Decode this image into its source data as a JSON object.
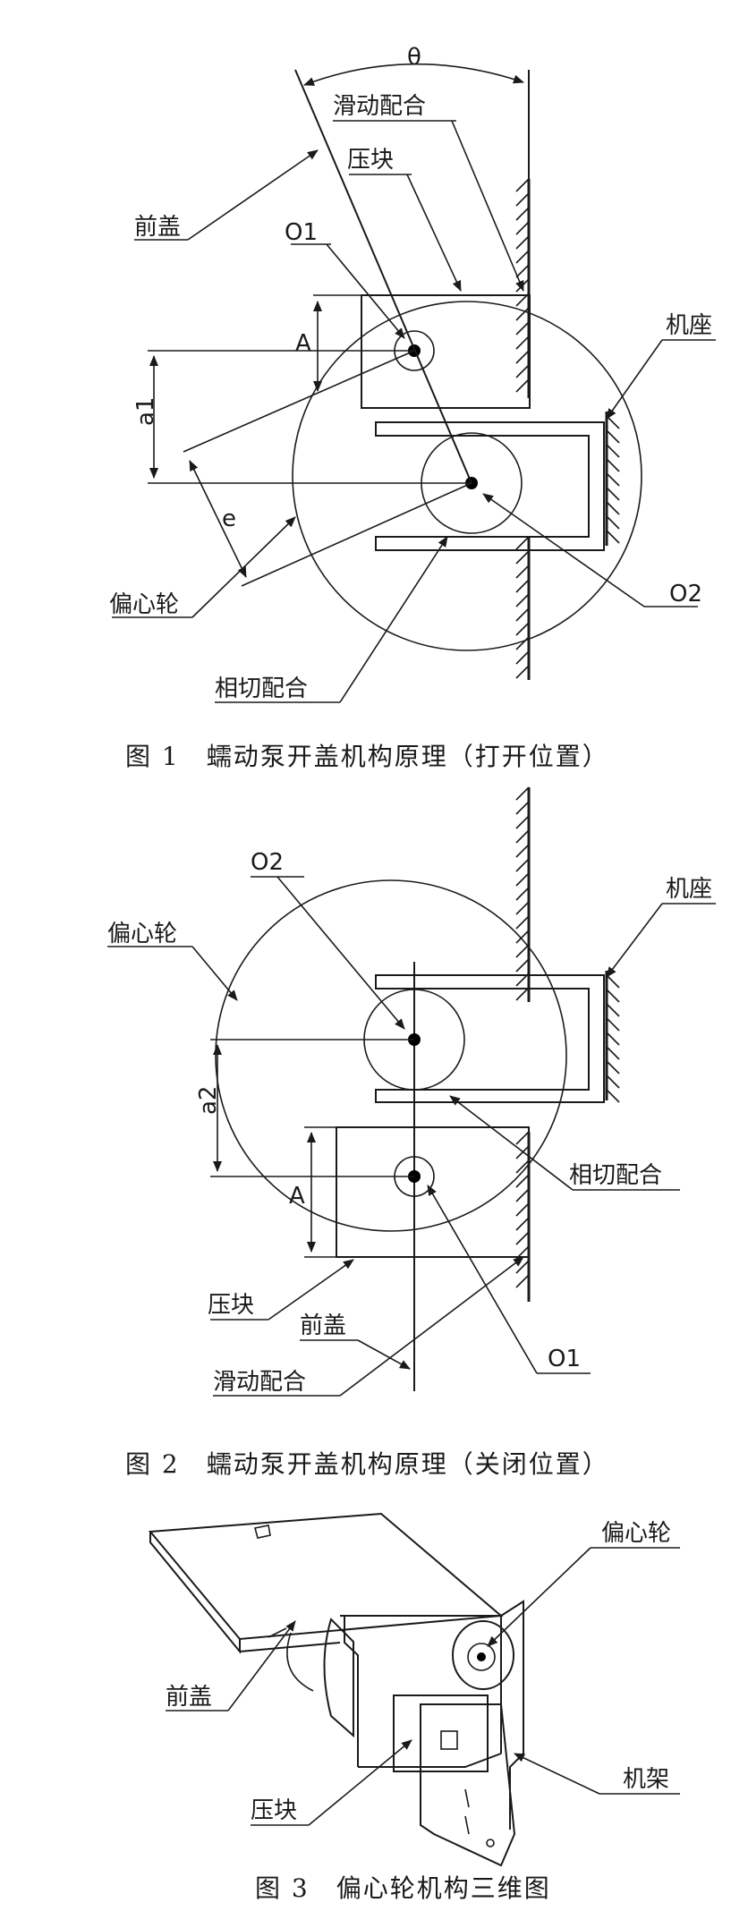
{
  "figure1": {
    "caption": "图 1　蠕动泵开盖机构原理（打开位置）",
    "labels": {
      "theta": "θ",
      "sliding_fit": "滑动配合",
      "press_block": "压块",
      "front_cover": "前盖",
      "o1": "O1",
      "a": "A",
      "a1": "a1",
      "base": "机座",
      "e": "e",
      "eccentric_wheel": "偏心轮",
      "tangent_fit": "相切配合",
      "o2": "O2"
    }
  },
  "figure2": {
    "caption": "图 2　蠕动泵开盖机构原理（关闭位置）",
    "labels": {
      "o2": "O2",
      "base": "机座",
      "eccentric_wheel": "偏心轮",
      "a2": "a2",
      "tangent_fit": "相切配合",
      "a": "A",
      "press_block": "压块",
      "front_cover": "前盖",
      "o1": "O1",
      "sliding_fit": "滑动配合"
    }
  },
  "figure3": {
    "caption": "图 3　偏心轮机构三维图",
    "labels": {
      "eccentric_wheel": "偏心轮",
      "front_cover": "前盖",
      "frame": "机架",
      "press_block": "压块"
    }
  }
}
